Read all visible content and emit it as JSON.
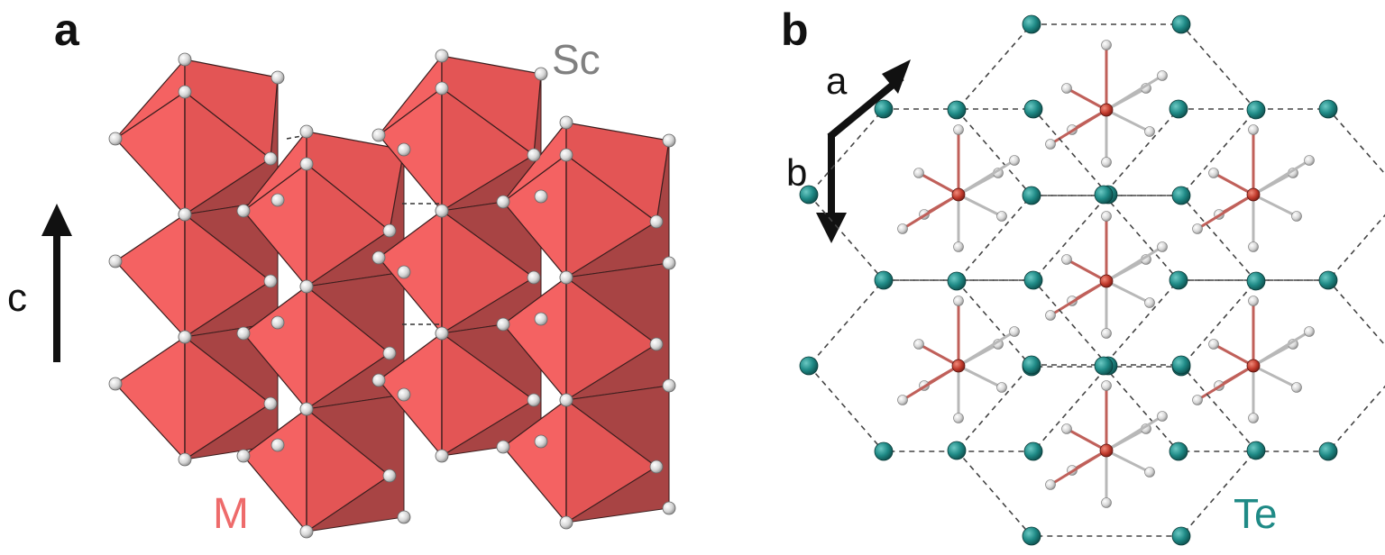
{
  "panels": {
    "a": {
      "label": "a",
      "axis_label": "c",
      "atom_labels": {
        "top": "Sc",
        "bottom": "M"
      }
    },
    "b": {
      "label": "b",
      "axis_labels": {
        "first": "a",
        "second": "b"
      },
      "atom_label": "Te"
    }
  },
  "colors": {
    "polyhedron_face": "#f46262",
    "polyhedron_dark": "#a84444",
    "polyhedron_mid": "#e35555",
    "vertex": "#d6d6d6",
    "te_atom": "#1f8a86",
    "center_atom": "#c0392b",
    "label_m": "#ee6b6b",
    "label_sc": "#808080",
    "label_te": "#1f8a86",
    "text": "#111111"
  }
}
